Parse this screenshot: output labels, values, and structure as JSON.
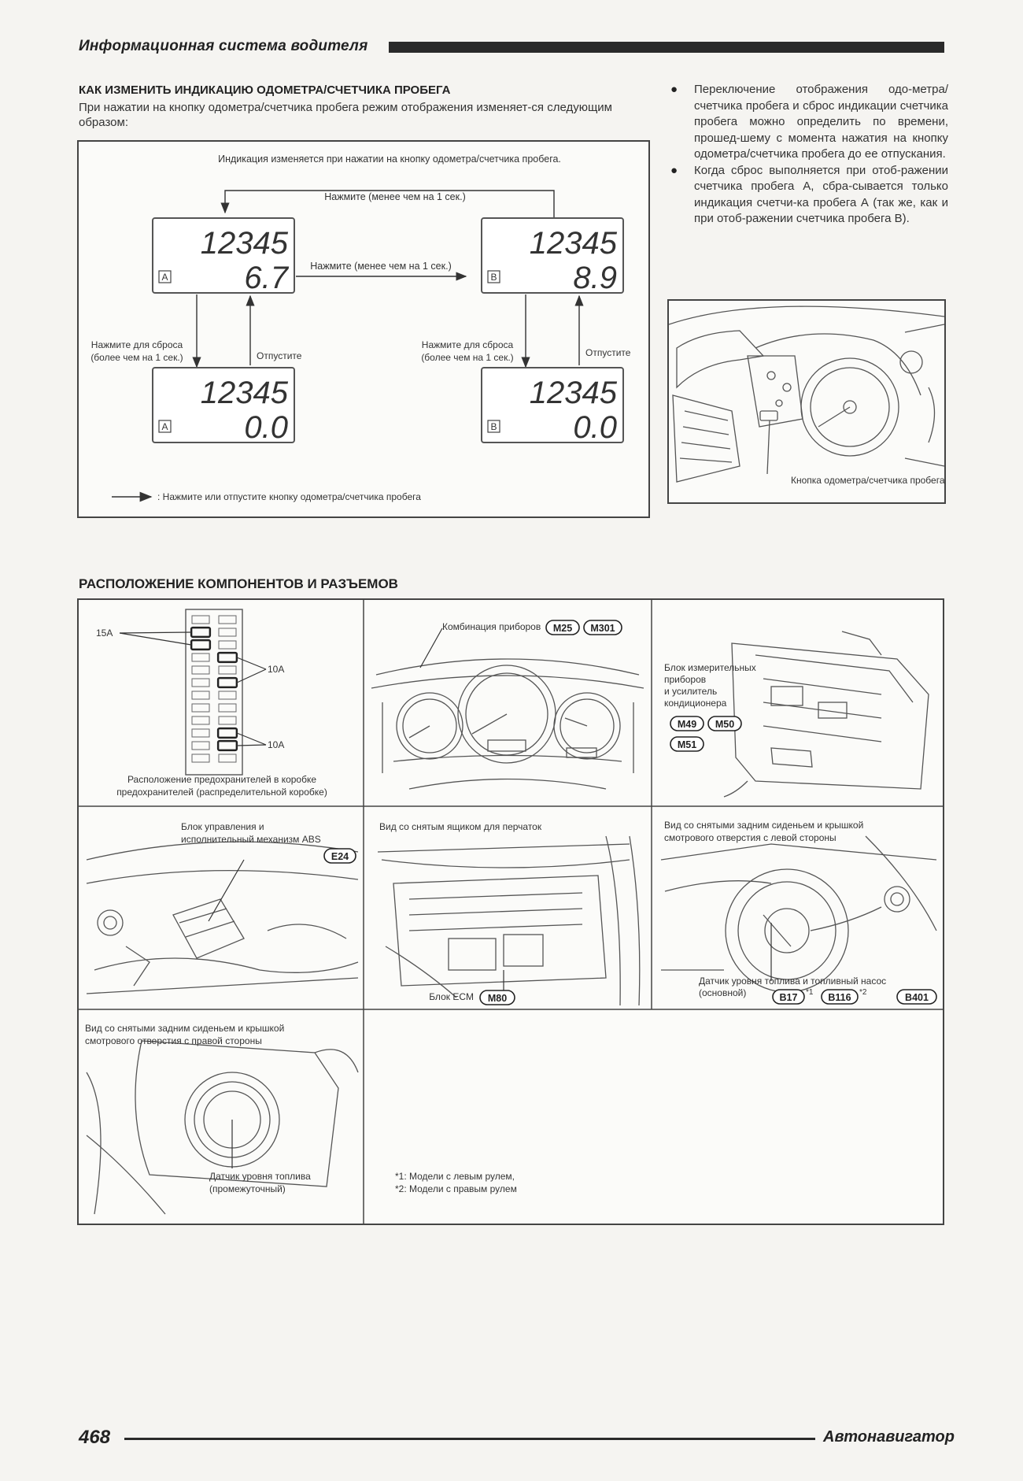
{
  "header": {
    "title": "Информационная система водителя"
  },
  "section1": {
    "title": "КАК ИЗМЕНИТЬ ИНДИКАЦИЮ ОДОМЕТРА/СЧЕТЧИКА ПРОБЕГА",
    "intro": "При нажатии на кнопку одометра/счетчика пробега режим отображения изменяет-ся следующим образом:"
  },
  "diagram": {
    "caption": "Индикация изменяется при нажатии на кнопку одометра/счетчика пробега.",
    "top_arrow_label": "Нажмите (менее чем на 1 сек.)",
    "mid_arrow_label": "Нажмите (менее чем на 1 сек.)",
    "reset_label_line1": "Нажмите для сброса",
    "reset_label_line2": "(более чем на 1 сек.)",
    "release_label": "Отпустите",
    "legend": ": Нажмите или отпустите кнопку одометра/счетчика пробега",
    "displays": [
      {
        "odo": "12345",
        "trip_letter": "A",
        "trip": "6.7"
      },
      {
        "odo": "12345",
        "trip_letter": "B",
        "trip": "8.9"
      },
      {
        "odo": "12345",
        "trip_letter": "A",
        "trip": "0.0"
      },
      {
        "odo": "12345",
        "trip_letter": "B",
        "trip": "0.0"
      }
    ]
  },
  "bullets": [
    "Переключение отображения одо-метра/счетчика пробега и сброс индикации счетчика пробега можно определить по времени, прошед-шему с момента нажатия на кнопку одометра/счетчика пробега до ее отпускания.",
    "Когда сброс выполняется при отоб-ражении счетчика пробега А, сбра-сывается только индикация счетчи-ка пробега А (так же, как и при отоб-ражении счетчика пробега В)."
  ],
  "dash_caption": "Кнопка одометра/счетчика пробега",
  "section2": {
    "title": "РАСПОЛОЖЕНИЕ КОМПОНЕНТОВ И РАЗЪЕМОВ",
    "fuse": {
      "label_15a": "15A",
      "label_10a_1": "10A",
      "label_10a_2": "10A",
      "caption_line1": "Расположение предохранителей в коробке",
      "caption_line2": "предохранителей (распределительной коробке)"
    },
    "cluster": {
      "label": "Комбинация приборов",
      "connectors": [
        "M25",
        "M301"
      ]
    },
    "meter_unit": {
      "line1": "Блок измерительных",
      "line2": "приборов",
      "line3": "и усилитель",
      "line4": "кондиционера",
      "connectors": [
        "M49",
        "M50",
        "M51"
      ]
    },
    "abs": {
      "line1": "Блок управления и",
      "line2": "исполнительный механизм ABS",
      "connector": "E24"
    },
    "glovebox": {
      "label": "Вид со снятым ящиком для перчаток",
      "ecm_label": "Блок ECM",
      "connector": "M80"
    },
    "left_pump": {
      "line1": "Вид со снятыми задним сиденьем и крышкой",
      "line2": "смотрового отверстия с левой стороны",
      "sensor_line1": "Датчик уровня топлива и топливный насос",
      "sensor_line2": "(основной)",
      "connectors": [
        "B17",
        "B116",
        "B401"
      ],
      "marks": [
        "*1",
        "*2"
      ]
    },
    "right_pump": {
      "line1": "Вид со снятыми задним сиденьем и крышкой",
      "line2": "смотрового отверстия с правой стороны",
      "sensor_line1": "Датчик уровня топлива",
      "sensor_line2": "(промежуточный)"
    },
    "notes": [
      "*1: Модели с левым рулем,",
      "*2: Модели с правым рулем"
    ]
  },
  "footer": {
    "page_number": "468",
    "publisher": "Автонавигатор"
  }
}
